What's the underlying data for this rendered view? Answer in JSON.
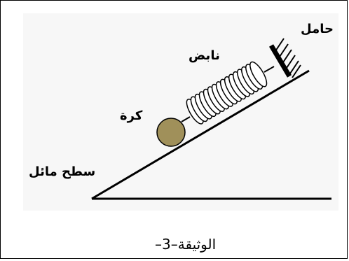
{
  "labels": {
    "holder": "حامل",
    "spring": "نابض",
    "ball": "كرة",
    "surface": "سطح مائل"
  },
  "caption": "الوثيقة–3–",
  "colors": {
    "ball_fill": "#a0905a",
    "line": "#000000",
    "background": "#f7f7f7"
  }
}
